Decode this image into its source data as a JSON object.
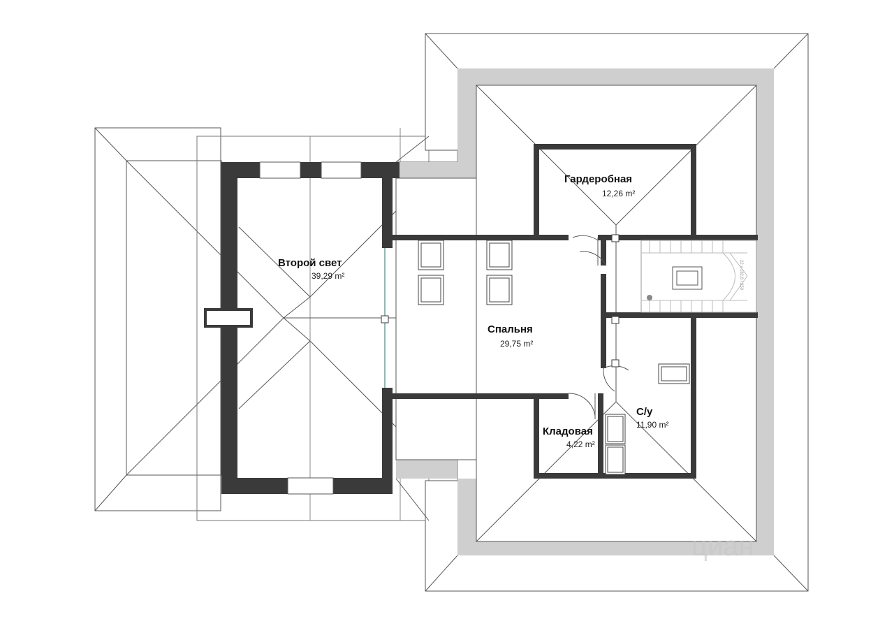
{
  "plan": {
    "colors": {
      "wall": "#3a3a3a",
      "roof_band": "#cfcfcf",
      "line": "#555555",
      "background": "#ffffff"
    },
    "rooms": [
      {
        "id": "vtoroy-svet",
        "name": "Второй свет",
        "area_value": "39,29",
        "unit": "m²"
      },
      {
        "id": "spalnya",
        "name": "Спальня",
        "area_value": "29,75",
        "unit": "m²"
      },
      {
        "id": "garderobnaya",
        "name": "Гардеробная",
        "area_value": "12,26",
        "unit": "m²"
      },
      {
        "id": "sanuzel",
        "name": "С/у",
        "area_value": "11,90",
        "unit": "m²"
      },
      {
        "id": "kladovaya",
        "name": "Кладовая",
        "area_value": "4,22",
        "unit": "m²"
      }
    ],
    "watermark": "циан",
    "stair_note": "22 x 182,8 / 250"
  }
}
